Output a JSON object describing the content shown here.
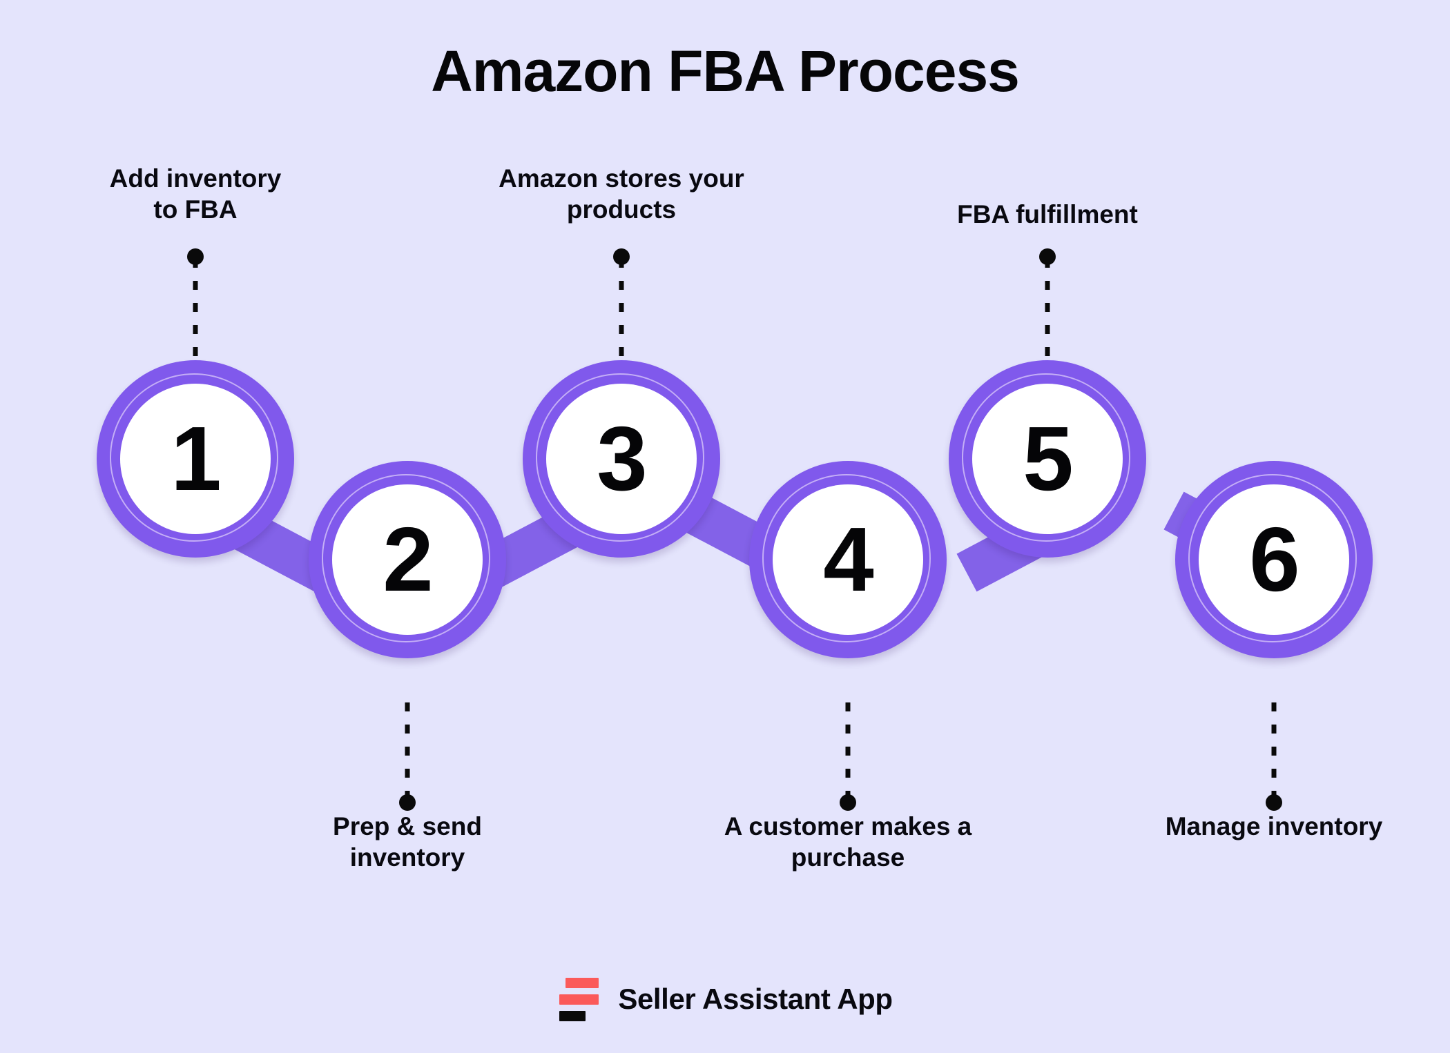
{
  "page": {
    "title": "Amazon FBA Process",
    "background_color": "#e4e4fc",
    "accent_color": "#8059ec",
    "accent_link_color": "#8362e8",
    "inner_ring_color": "#c4aef6",
    "text_color": "#090910",
    "brand_red": "#fb5a5a"
  },
  "chart_data": {
    "type": "diagram",
    "diagram_style": "zigzag-chain-process",
    "title": "Amazon FBA Process",
    "step_count": 6,
    "steps": [
      {
        "number": "1",
        "label": "Add inventory\nto FBA",
        "label_position": "above",
        "row": "top"
      },
      {
        "number": "2",
        "label": "Prep & send\ninventory",
        "label_position": "below",
        "row": "bottom"
      },
      {
        "number": "3",
        "label": "Amazon stores your\nproducts",
        "label_position": "above",
        "row": "top"
      },
      {
        "number": "4",
        "label": "A customer makes a\npurchase",
        "label_position": "below",
        "row": "bottom"
      },
      {
        "number": "5",
        "label": "FBA fulfillment",
        "label_position": "above",
        "row": "top"
      },
      {
        "number": "6",
        "label": "Manage inventory",
        "label_position": "below",
        "row": "bottom"
      }
    ],
    "connector_style": "thick purple angled bar",
    "leader_line_style": "black dotted line with round dot terminator"
  },
  "footer": {
    "brand_name": "Seller Assistant App",
    "logo_icon": "three-bars-logo-icon"
  }
}
